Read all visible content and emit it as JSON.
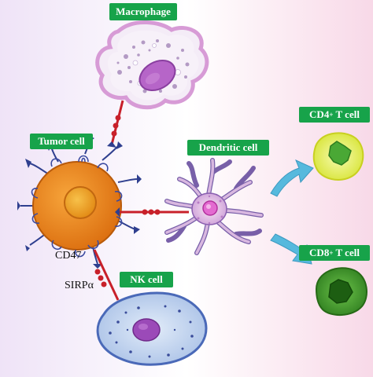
{
  "labels": {
    "macrophage": "Macrophage",
    "tumor_cell": "Tumor cell",
    "dendritic_cell": "Dendritic cell",
    "cd4_prefix": "CD4",
    "cd4_sup": "+",
    "cd4_suffix": " T cell",
    "cd8_prefix": "CD8",
    "cd8_sup": "+",
    "cd8_suffix": " T cell",
    "nk_cell": "NK cell",
    "cd47": "CD47",
    "sirpa": "SIRPα"
  },
  "colors": {
    "label_bg": "#17a34a",
    "background_left": "#efe4f8",
    "background_right": "#f7dbe9",
    "tumor_body": "#f08a1c",
    "macrophage_body": "#f3eaf6",
    "macrophage_nucleus": "#b867c9",
    "dendritic_body": "#d9b8e0",
    "nk_body": "#c5d7ef",
    "nk_border": "#4a69b8",
    "cd4_body": "#e5ee45",
    "cd8_body": "#3f9b2b",
    "receptor_blue": "#2f3f8f",
    "ligand_red": "#c8202a",
    "arrow_blue": "#56b9dd"
  }
}
